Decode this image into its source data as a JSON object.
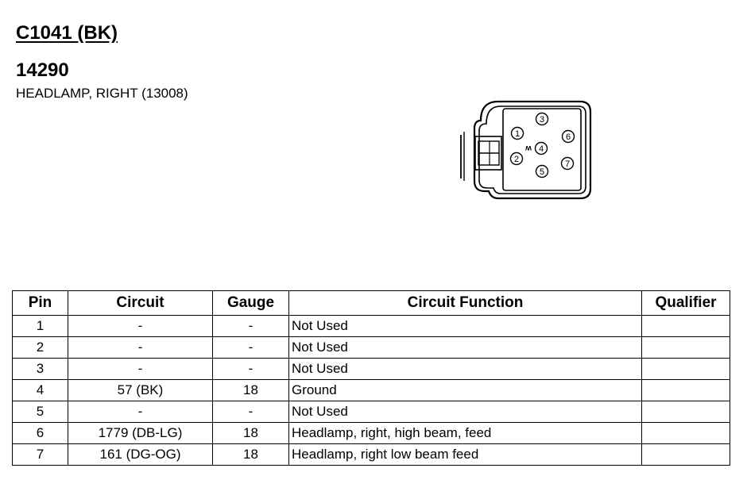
{
  "header": {
    "connector_id": "C1041 (BK)",
    "part_number": "14290",
    "description": "HEADLAMP, RIGHT (13008)"
  },
  "connector_view": {
    "pin_labels": [
      "1",
      "2",
      "3",
      "4",
      "5",
      "6",
      "7"
    ],
    "polarity_mark": "w"
  },
  "table": {
    "columns": [
      "Pin",
      "Circuit",
      "Gauge",
      "Circuit Function",
      "Qualifier"
    ],
    "rows": [
      {
        "pin": "1",
        "circuit": "-",
        "gauge": "-",
        "function": "Not Used",
        "qualifier": ""
      },
      {
        "pin": "2",
        "circuit": "-",
        "gauge": "-",
        "function": "Not Used",
        "qualifier": ""
      },
      {
        "pin": "3",
        "circuit": "-",
        "gauge": "-",
        "function": "Not Used",
        "qualifier": ""
      },
      {
        "pin": "4",
        "circuit": "57 (BK)",
        "gauge": "18",
        "function": "Ground",
        "qualifier": ""
      },
      {
        "pin": "5",
        "circuit": "-",
        "gauge": "-",
        "function": "Not Used",
        "qualifier": ""
      },
      {
        "pin": "6",
        "circuit": "1779 (DB-LG)",
        "gauge": "18",
        "function": "Headlamp, right, high beam, feed",
        "qualifier": ""
      },
      {
        "pin": "7",
        "circuit": "161 (DG-OG)",
        "gauge": "18",
        "function": "Headlamp, right low beam feed",
        "qualifier": ""
      }
    ]
  }
}
